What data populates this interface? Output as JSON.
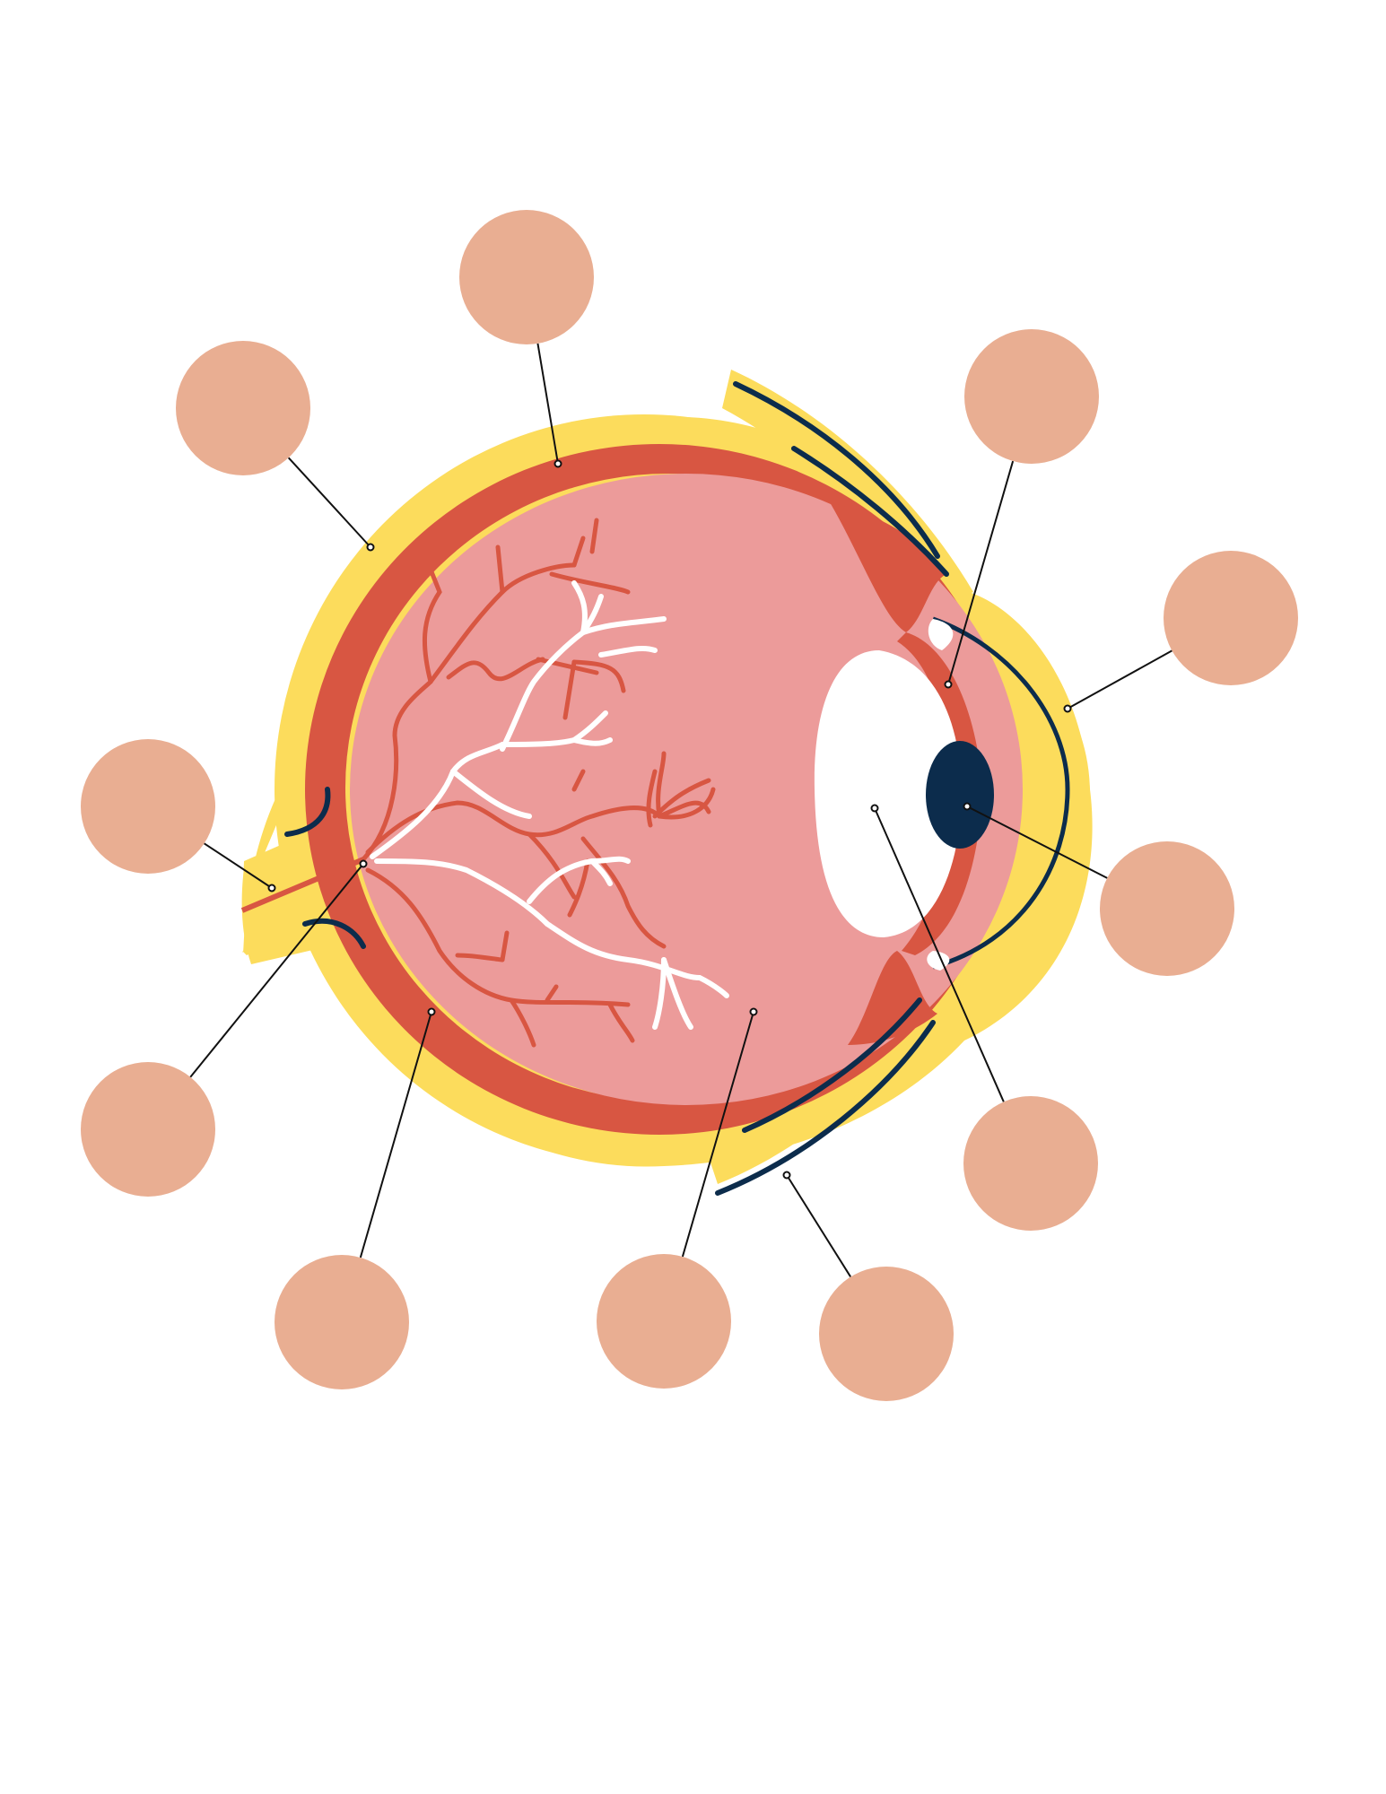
{
  "diagram": {
    "subject": "eye-cross-section",
    "colors": {
      "background": "#ffffff",
      "sclera": "#FCDC5C",
      "choroid": "#D85642",
      "retina": "#EC9B9A",
      "vessel_red": "#D85642",
      "vessel_white": "#ffffff",
      "lens": "#ffffff",
      "pupil": "#0C2C4C",
      "muscle_line": "#0C2C4C",
      "label_circle": "#E9AE92",
      "leader_line": "#111111"
    },
    "labels": [
      {
        "id": "label-1",
        "text": ""
      },
      {
        "id": "label-2",
        "text": ""
      },
      {
        "id": "label-3",
        "text": ""
      },
      {
        "id": "label-4",
        "text": ""
      },
      {
        "id": "label-5",
        "text": ""
      },
      {
        "id": "label-6",
        "text": ""
      },
      {
        "id": "label-7",
        "text": ""
      },
      {
        "id": "label-8",
        "text": ""
      },
      {
        "id": "label-9",
        "text": ""
      },
      {
        "id": "label-10",
        "text": ""
      },
      {
        "id": "label-11",
        "text": ""
      },
      {
        "id": "label-12",
        "text": ""
      }
    ]
  }
}
